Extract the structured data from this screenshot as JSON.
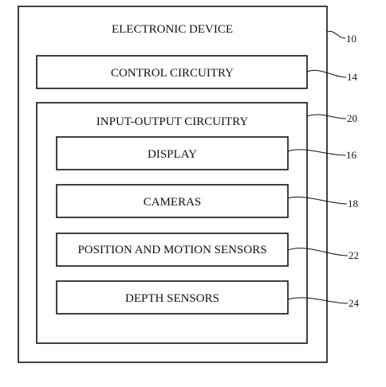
{
  "diagram": {
    "device": {
      "label": "ELECTRONIC DEVICE",
      "ref": "10"
    },
    "control": {
      "label": "CONTROL CIRCUITRY",
      "ref": "14"
    },
    "io": {
      "label": "INPUT-OUTPUT CIRCUITRY",
      "ref": "20"
    },
    "components": [
      {
        "label": "DISPLAY",
        "ref": "16"
      },
      {
        "label": "CAMERAS",
        "ref": "18"
      },
      {
        "label": "POSITION AND MOTION SENSORS",
        "ref": "22"
      },
      {
        "label": "DEPTH SENSORS",
        "ref": "24"
      }
    ],
    "colors": {
      "line": "#111111",
      "background": "#ffffff"
    }
  }
}
